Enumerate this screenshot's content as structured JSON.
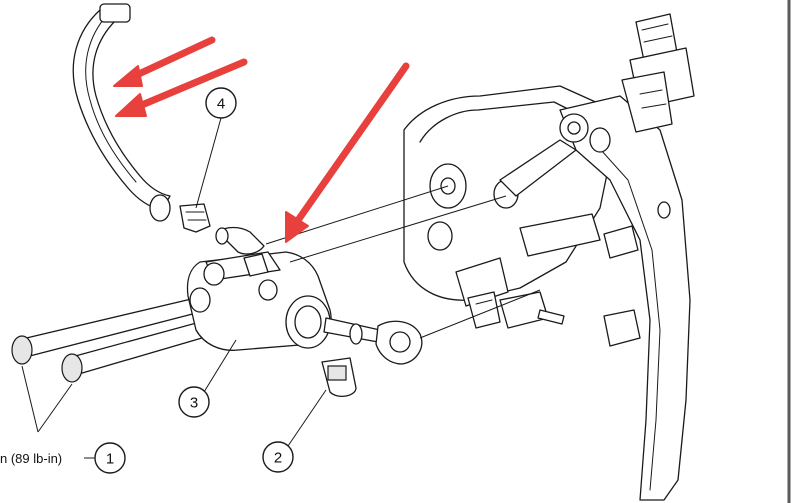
{
  "callouts": [
    {
      "id": "1",
      "label": "1"
    },
    {
      "id": "2",
      "label": "2"
    },
    {
      "id": "3",
      "label": "3"
    },
    {
      "id": "4",
      "label": "4"
    }
  ],
  "torque_spec": "n (89 lb-in)",
  "colors": {
    "arrow": "#e8403c",
    "line": "#1a1a1a",
    "border": "#5a5a5a"
  }
}
